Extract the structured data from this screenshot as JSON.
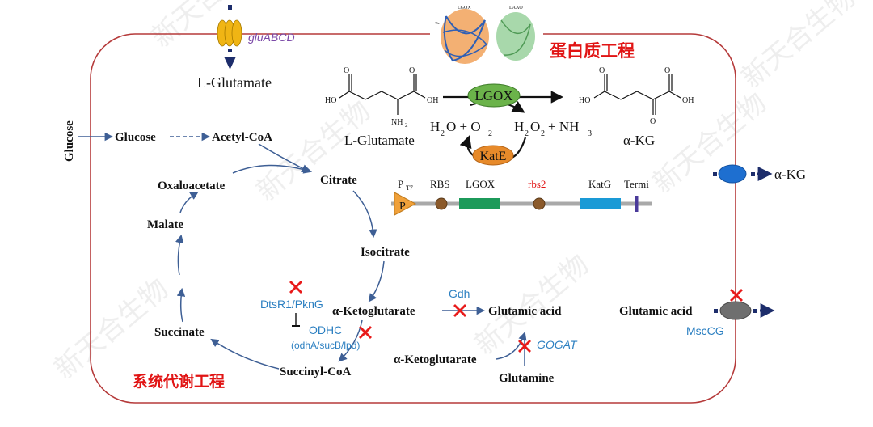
{
  "colors": {
    "cell_outline": "#b53a3a",
    "pathway_arrow": "#3e5f95",
    "enzyme_text_blue": "#2b7fc1",
    "gene_text_purple": "#7b4aa8",
    "engineering_red": "#e11414",
    "lgox_green": "#6bb34a",
    "kate_orange": "#e78a2a",
    "transporter_yellow": "#f0b514",
    "exporter_blue": "#1e6fd0",
    "msccg_gray": "#6f6f6f",
    "knockout_red": "#e81b1b"
  },
  "watermark": "新天合生物",
  "uptake": {
    "gene": "gluABCD",
    "product": "L-Glutamate"
  },
  "protein_engineering": {
    "title": "蛋白质工程",
    "structure_labels": [
      "LGOX",
      "LAAO"
    ],
    "structure_residue_labels": [
      "Thr"
    ],
    "reaction": {
      "substrate": "L-Glutamate",
      "enzyme": "LGOX",
      "product": "α-KG",
      "cofactor_in_h2o": "H",
      "cofactor_in_o2": "O",
      "cofactor_out_h2o2": "H",
      "cofactor_out_nh3": "+ NH",
      "regen_enzyme": "KatE",
      "sub_2": "2",
      "sub_3": "3",
      "h2o_rest": "O + O",
      "h2o2_o": "O"
    },
    "molecule_labels": {
      "ho": "HO",
      "oh": "OH",
      "o": "O",
      "nh": "NH",
      "nh_sub": "2"
    }
  },
  "plasmid": {
    "promoter": "P",
    "promoter_sub": "T7",
    "promoter_glyph": "P",
    "parts": [
      "RBS",
      "LGOX",
      "rbs2",
      "KatG",
      "Termi"
    ]
  },
  "pathway": {
    "external_glucose": "Glucose",
    "glucose": "Glucose",
    "acetyl_coa": "Acetyl-CoA",
    "citrate": "Citrate",
    "isocitrate": "Isocitrate",
    "akg": "α-Ketoglutarate",
    "succinyl_coa": "Succinyl-CoA",
    "succinate": "Succinate",
    "malate": "Malate",
    "oxaloacetate": "Oxaloacetate",
    "regulator": "DtsR1/PknG",
    "odhc": "ODHC",
    "odhc_genes": "(odhA/sucB/lpd)",
    "gdh": "Gdh",
    "glutamic_acid": "Glutamic acid",
    "akg_2": "α-Ketoglutarate",
    "gogat": "GOGAT",
    "glutamine": "Glutamine",
    "metabolic_title": "系统代谢工程"
  },
  "export": {
    "akg_out": "α-KG",
    "glutamic_acid": "Glutamic acid",
    "msccg": "MscCG"
  }
}
